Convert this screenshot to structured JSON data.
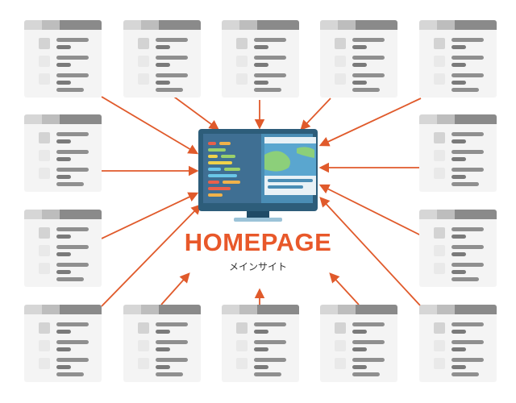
{
  "diagram": {
    "title": "HOMEPAGE",
    "subtitle": "メインサイト",
    "colors": {
      "arrow": "#e05a2b",
      "title": "#e8582a",
      "monitor_frame": "#2d5d7a",
      "screen": "#4a8db5",
      "card": "#f4f4f4"
    },
    "satellite_site_count": 14,
    "center_icon": "computer-monitor-icon"
  }
}
